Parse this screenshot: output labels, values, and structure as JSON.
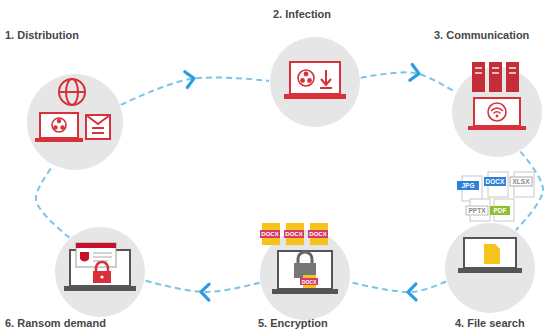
{
  "diagram": {
    "nodes": [
      {
        "text": [
          "1. Distribution"
        ]
      },
      {
        "text": [
          "2. Infection"
        ]
      },
      {
        "text": [
          "3. Communication"
        ]
      },
      {
        "text": [
          "4. File search"
        ]
      },
      {
        "text": [
          "5. Encryption"
        ]
      },
      {
        "text": [
          "6. Ransom demand"
        ]
      }
    ],
    "edges": [
      {
        "from": 0,
        "to": 1,
        "arrow": "to"
      },
      {
        "from": 1,
        "to": 2,
        "arrow": "to"
      },
      {
        "from": 2,
        "to": 3,
        "arrow": "none"
      },
      {
        "from": 3,
        "to": 4,
        "arrow": "to"
      },
      {
        "from": 4,
        "to": 5,
        "arrow": "to"
      },
      {
        "from": 5,
        "to": 0,
        "arrow": "none"
      }
    ],
    "labels": [
      "JPG",
      "DOCX",
      "XLSX",
      "PPTX",
      "PDF",
      "DOCX",
      "DOCX",
      "DOCX",
      "DOCX"
    ]
  }
}
